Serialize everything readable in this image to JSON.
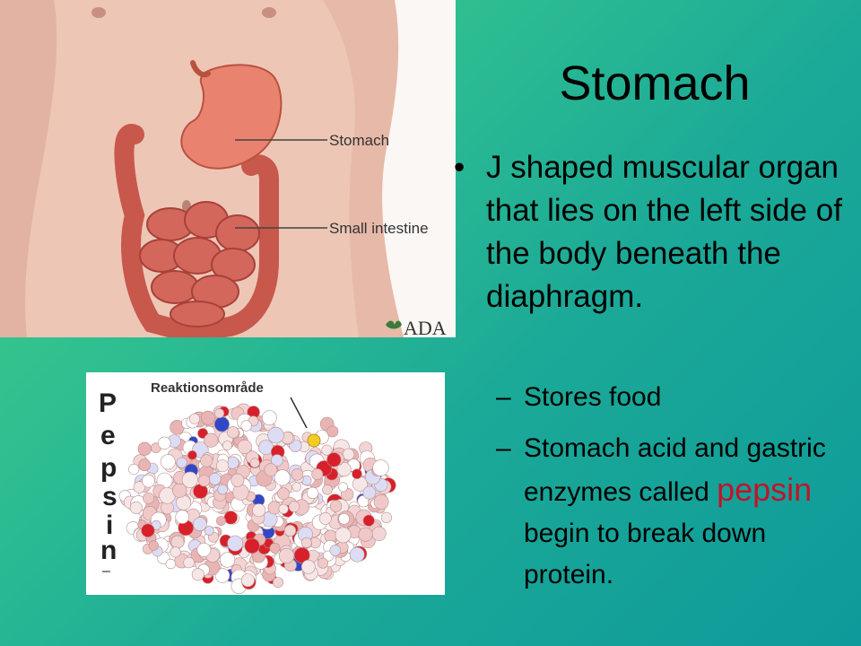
{
  "slide": {
    "title": "Stomach",
    "bullet": {
      "marker": "•",
      "text": "J shaped muscular organ that lies on the left side of the body beneath the diaphragm."
    },
    "subbullets": [
      {
        "marker": "–",
        "text": "Stores food"
      },
      {
        "marker": "–",
        "text_before": "Stomach acid and gastric enzymes called ",
        "highlight": "pepsin",
        "text_after": " begin to break down protein."
      }
    ]
  },
  "anatomy_figure": {
    "labels": {
      "stomach": "Stomach",
      "small_intestine": "Small intestine"
    },
    "logo": "ADA"
  },
  "pepsin_figure": {
    "label": "Reaktionsområde",
    "vertical_letters": [
      "P",
      "e",
      "p",
      "s",
      "i",
      "n",
      "–"
    ]
  },
  "colors": {
    "bg_start": "#43d088",
    "bg_end": "#0e9a9a",
    "highlight": "#c0142a"
  }
}
